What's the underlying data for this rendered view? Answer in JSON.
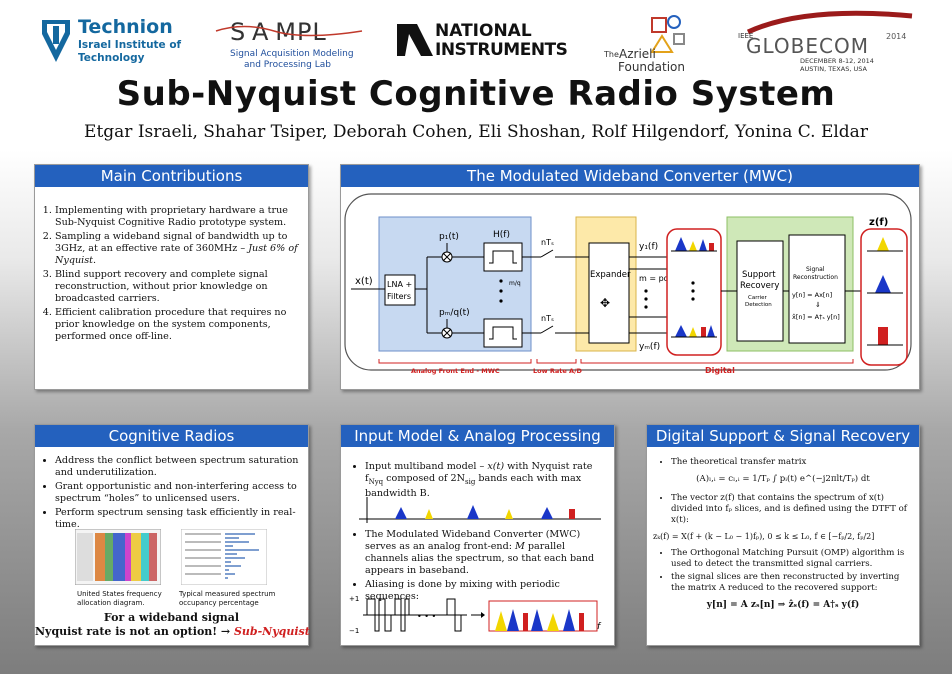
{
  "header": {
    "logos": {
      "technion": {
        "name": "Technion",
        "sub1": "Israel Institute of",
        "sub2": "Technology"
      },
      "sampl": {
        "name": "S A MPL",
        "sub1": "Signal Acquisition Modeling",
        "sub2": "and Processing Lab"
      },
      "ni": {
        "line1": "NATIONAL",
        "line2": "INSTRUMENTS"
      },
      "azrieli": {
        "pre": "The",
        "name": "Azrieli",
        "sub": "Foundation"
      },
      "globecom": {
        "pre": "IEEE",
        "name": "GLOBECOM",
        "year": "2014",
        "dates": "DECEMBER 8-12, 2014",
        "place": "AUSTIN, TEXAS, USA"
      }
    },
    "title": "Sub-Nyquist Cognitive Radio System",
    "authors": "Etgar Israeli, Shahar Tsiper, Deborah Cohen, Eli Shoshan, Rolf Hilgendorf, Yonina C. Eldar"
  },
  "main_contributions": {
    "title": "Main Contributions",
    "items": [
      {
        "text": "Implementing with proprietary hardware a true Sub-Nyquist Cognitive Radio prototype system.",
        "emph": ""
      },
      {
        "text": "Sampling a wideband signal of bandwidth up to 3GHz, at an effective rate of 360MHz – ",
        "emph": "Just 6% of Nyquist."
      },
      {
        "text": "Blind support recovery and complete signal reconstruction, without prior knowledge on broadcasted carriers.",
        "emph": ""
      },
      {
        "text": "Efficient calibration procedure that requires no prior knowledge on the system components, performed once off-line.",
        "emph": ""
      }
    ]
  },
  "mwc": {
    "title": "The Modulated Wideband Converter (MWC)",
    "input": "x(t)",
    "lna": "LNA +",
    "filters": "Filters",
    "p1": "p₁(t)",
    "pm": "pₘ/q(t)",
    "h": "H(f)",
    "nts_top": "nTₛ",
    "nts_bot": "nTₛ",
    "mq": "m/q",
    "y1": "y₁(f)",
    "ym": "yₘ(f)",
    "expander": "Expander",
    "m_eq": "m = pq",
    "support": "Support",
    "recovery": "Recovery",
    "carrier": "Carrier",
    "detection": "Detection",
    "signal": "Signal",
    "reconstruction": "Reconstruction",
    "eq1": "y[n] = Ax[n]",
    "eq2": "x̂[n] = A†ₛ y[n]",
    "z": "z(f)",
    "label_analog": "Analog Front End - MWC",
    "label_lowrate": "Low Rate A/D",
    "label_digital": "Digital"
  },
  "cognitive": {
    "title": "Cognitive Radios",
    "items": [
      "Address the conflict between spectrum saturation and underutilization.",
      "Grant opportunistic and non-interfering access to spectrum “holes” to unlicensed users.",
      "Perform spectrum sensing task efficiently in real-time."
    ],
    "cap1a": "United States frequency",
    "cap1b": "allocation diagram.",
    "cap2a": "Typical measured spectrum",
    "cap2b": "occupancy percentage",
    "bottom1": "For a wideband signal",
    "bottom2": "Nyquist rate is not an option! → ",
    "bottom_red": "Sub-Nyquist"
  },
  "input_model": {
    "title": "Input Model & Analog Processing",
    "item1a": "Input multiband model – ",
    "item1b": "x(t)",
    "item1c": " with Nyquist rate f",
    "item1d": "Nyq",
    "item1e": " composed of 2N",
    "item1f": "sig",
    "item1g": " bands each with max bandwidth B.",
    "item2a": "The Modulated Wideband Converter (MWC) serves as an analog front-end: ",
    "item2b": "M",
    "item2c": " parallel channels alias the spectrum, so that each band appears in baseband.",
    "item3": "Aliasing is done by mixing with periodic sequences:",
    "plus1": "+1",
    "minus1": "−1",
    "dots": "• • •",
    "f": "f"
  },
  "digital": {
    "title": "Digital Support & Signal Recovery",
    "item1": "The theoretical transfer matrix",
    "eqA": "(A)ₗ,ᵢ = cₗ,ᵢ = 1/Tₚ ∫ pᵢ(t) e^(−j2πlt/Tₚ) dt",
    "item2": "The vector z(f) that contains the spectrum of x(t) divided into fₚ slices, and is defined using the DTFT of x(t):",
    "eqZ": "zₖ(f) = X(f + (k − L₀ − 1)fₚ), 0 ≤ k ≤ L₀, f ∈ [−fₚ/2, fₚ/2]",
    "item3": "The Orthogonal Matching Pursuit (OMP) algorithm is used to detect the transmitted signal carriers.",
    "item4": "the signal slices are then reconstructed by inverting the matrix A reduced to the recovered support:",
    "eqFinal": "y[n] = A zₛ[n]  ⇒  ẑₛ(f) = A†ₛ y(f)"
  },
  "colors": {
    "panel_header": "#2461be",
    "analog_bg": "#c7d9f1",
    "lowrate_bg": "#fde9a9",
    "digital_bg": "#cfe8b8",
    "label_red": "#d02020"
  }
}
